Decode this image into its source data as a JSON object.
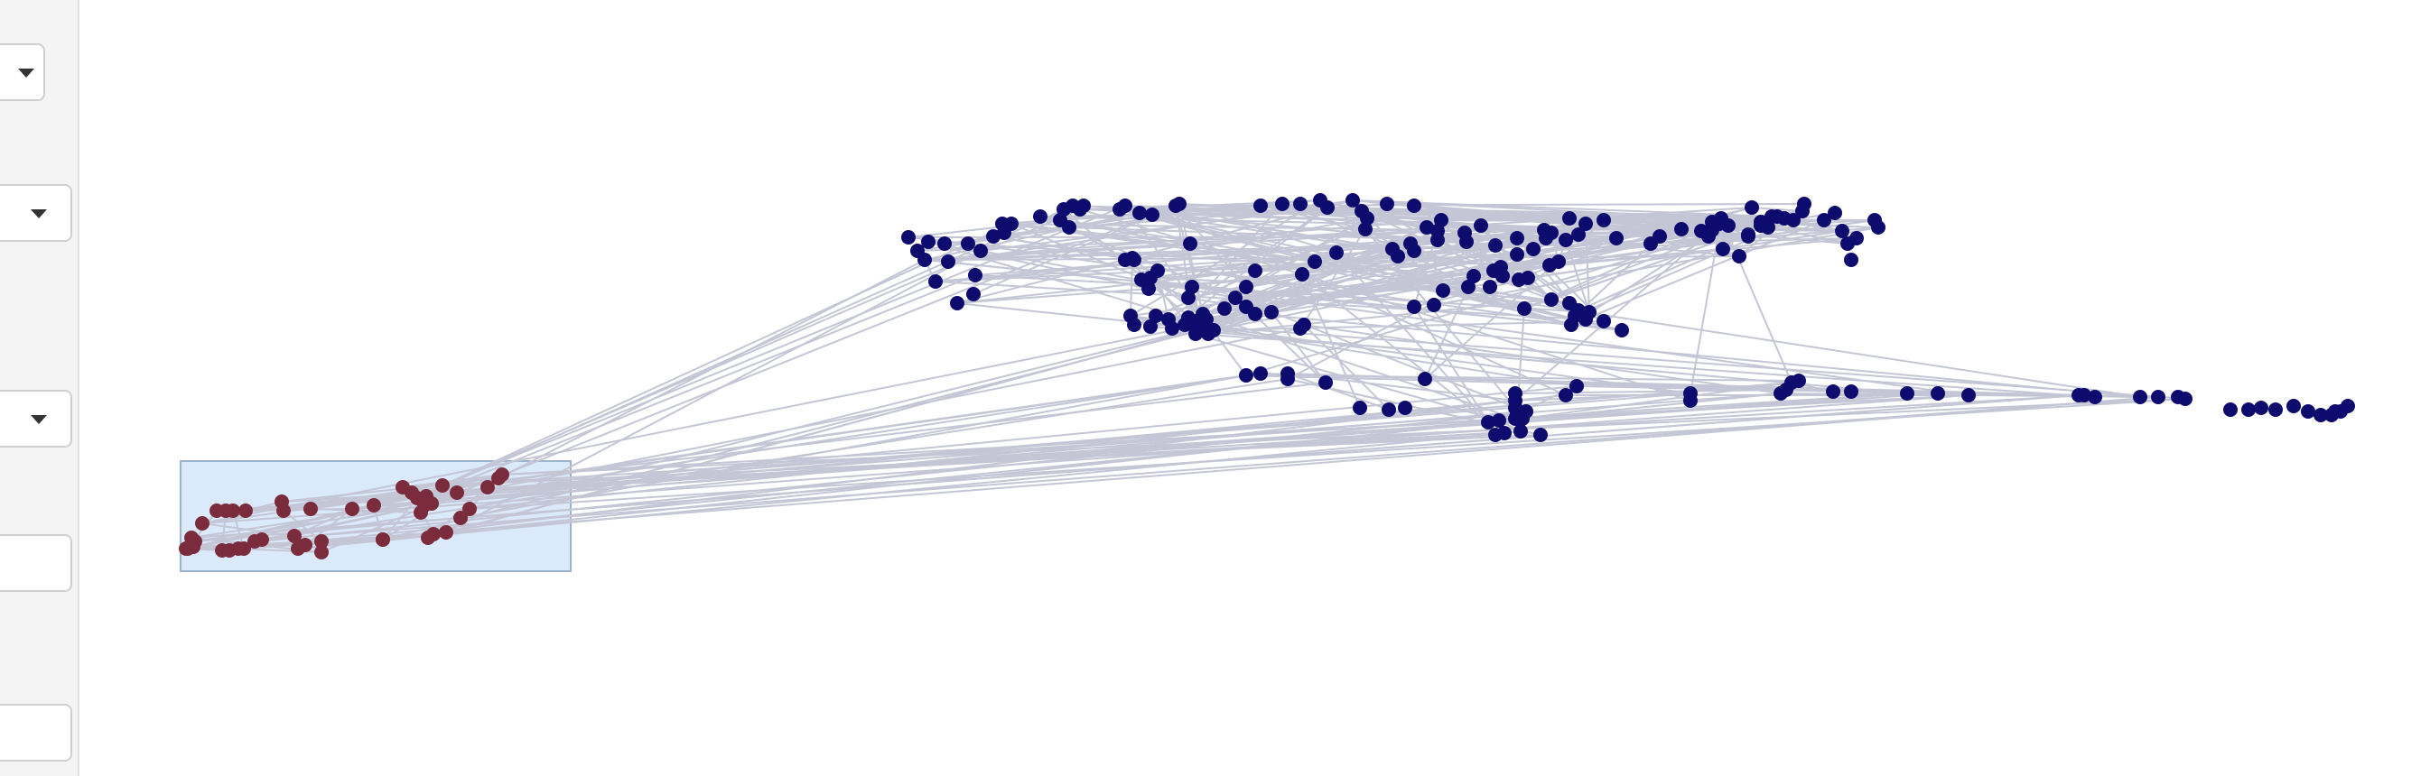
{
  "colors": {
    "panel_background": "#f4f4f4",
    "edge": "#c4c6d6",
    "node_default": "#0e0b6e",
    "node_selected": "#7a2b3c",
    "selection_fill": "#dbeafb",
    "selection_stroke": "#9cb3cc"
  },
  "left_panel": {
    "controls": [
      {
        "type": "dropdown",
        "icon": "chevron-down-icon"
      },
      {
        "type": "dropdown",
        "icon": "chevron-down-icon"
      },
      {
        "type": "dropdown",
        "icon": "chevron-down-icon"
      },
      {
        "type": "text-input",
        "value": ""
      },
      {
        "type": "text-input",
        "value": ""
      }
    ]
  },
  "graph": {
    "node_count": 199,
    "selected_node_count": 45
  }
}
